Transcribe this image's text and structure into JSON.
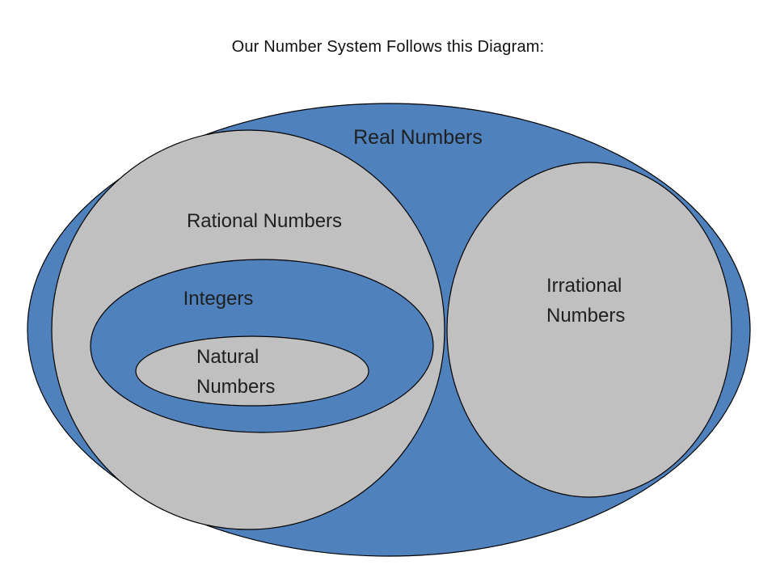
{
  "title": "Our Number System Follows this Diagram:",
  "sets": {
    "real": {
      "label": "Real Numbers",
      "color": "#4F81BD"
    },
    "rational": {
      "label": "Rational Numbers",
      "color": "#C0C0C0"
    },
    "integers": {
      "label": "Integers",
      "color": "#4F81BD"
    },
    "natural": {
      "label_line1": "Natural",
      "label_line2": "Numbers",
      "color": "#C0C0C0"
    },
    "irrational": {
      "label_line1": "Irrational",
      "label_line2": "Numbers",
      "color": "#C0C0C0"
    }
  },
  "outline_color": "#000000"
}
